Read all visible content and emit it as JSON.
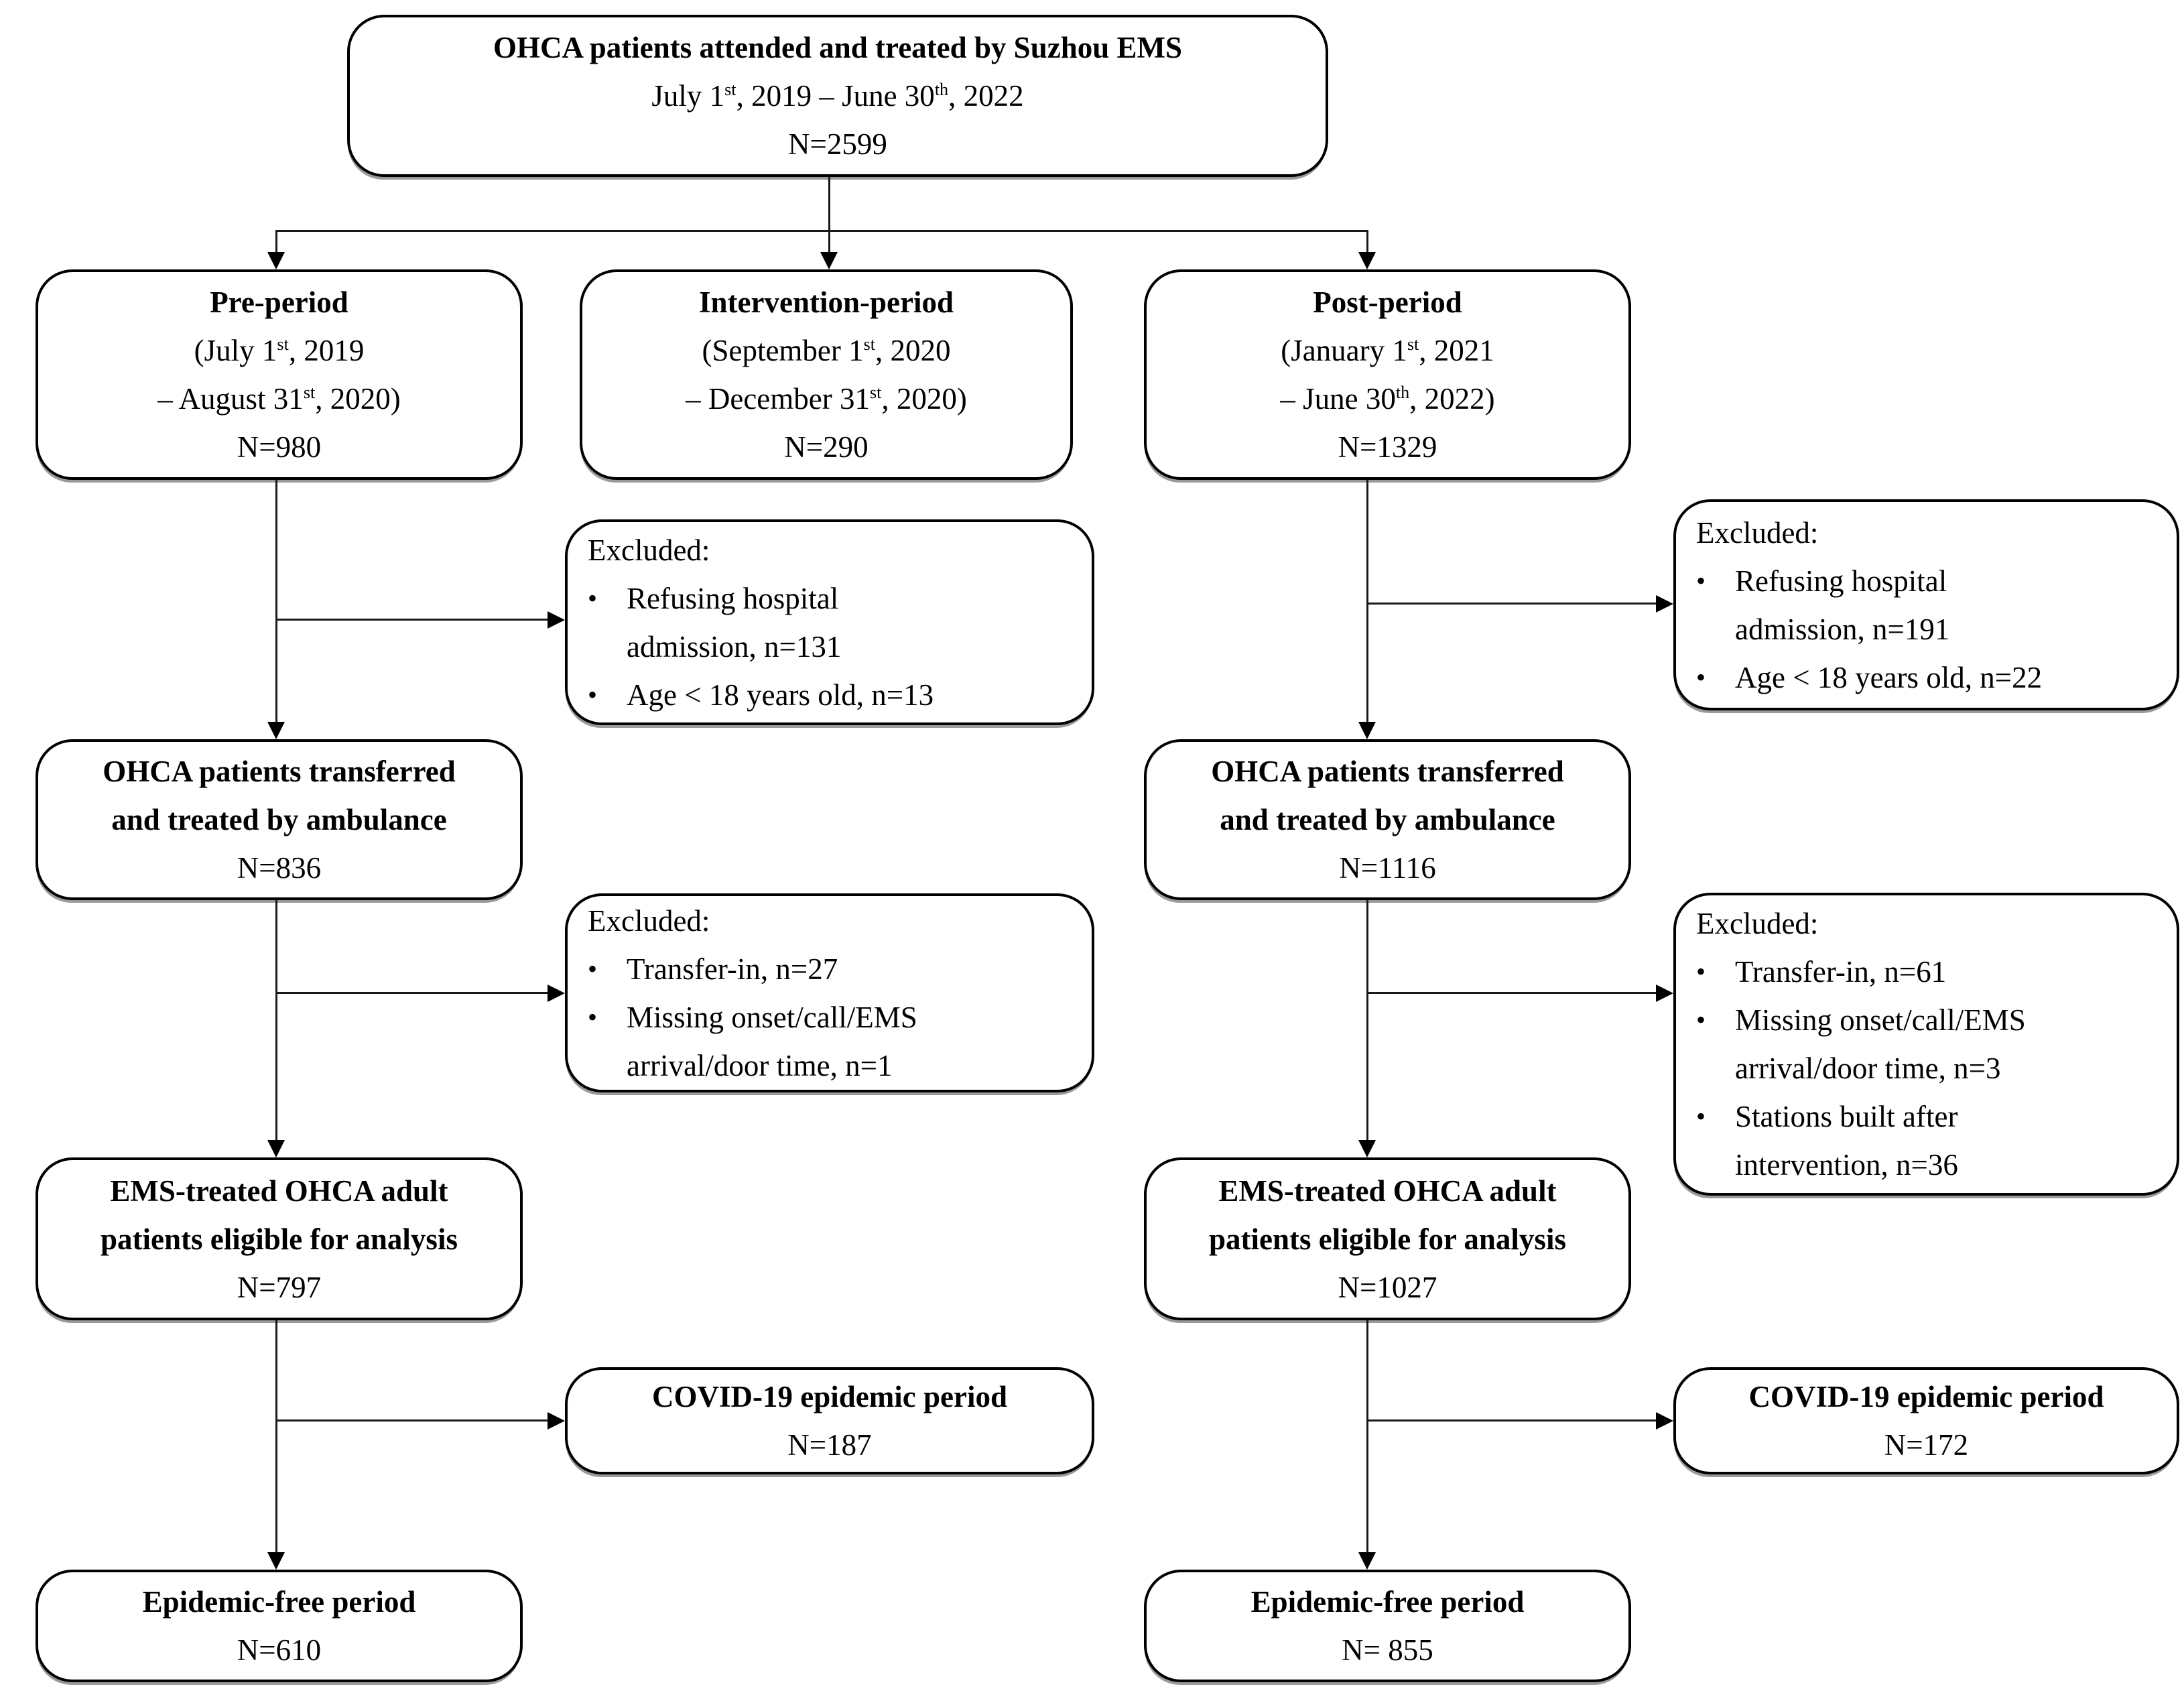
{
  "colors": {
    "ink": "#000000",
    "paper": "#ffffff"
  },
  "boxes": {
    "total": {
      "lines": [
        {
          "b": 1,
          "seg": [
            {
              "t": "OHCA patients attended and treated by Suzhou EMS"
            }
          ]
        },
        {
          "seg": [
            {
              "t": "July 1"
            },
            {
              "t": "st",
              "sup": 1
            },
            {
              "t": ", 2019 – June 30"
            },
            {
              "t": "th",
              "sup": 1
            },
            {
              "t": ", 2022"
            }
          ]
        },
        {
          "seg": [
            {
              "t": "N=2599"
            }
          ]
        }
      ]
    },
    "pre_period": {
      "lines": [
        {
          "b": 1,
          "seg": [
            {
              "t": "Pre-period"
            }
          ]
        },
        {
          "seg": [
            {
              "t": "(July 1"
            },
            {
              "t": "st",
              "sup": 1
            },
            {
              "t": ", 2019"
            }
          ]
        },
        {
          "seg": [
            {
              "t": "– August 31"
            },
            {
              "t": "st",
              "sup": 1
            },
            {
              "t": ", 2020)"
            }
          ]
        },
        {
          "seg": [
            {
              "t": "N=980"
            }
          ]
        }
      ]
    },
    "intervention_period": {
      "lines": [
        {
          "b": 1,
          "seg": [
            {
              "t": "Intervention-period"
            }
          ]
        },
        {
          "seg": [
            {
              "t": "(September 1"
            },
            {
              "t": "st",
              "sup": 1
            },
            {
              "t": ", 2020"
            }
          ]
        },
        {
          "seg": [
            {
              "t": "– December 31"
            },
            {
              "t": "st",
              "sup": 1
            },
            {
              "t": ", 2020)"
            }
          ]
        },
        {
          "seg": [
            {
              "t": "N=290"
            }
          ]
        }
      ]
    },
    "post_period": {
      "lines": [
        {
          "b": 1,
          "seg": [
            {
              "t": "Post-period"
            }
          ]
        },
        {
          "seg": [
            {
              "t": "(January 1"
            },
            {
              "t": "st",
              "sup": 1
            },
            {
              "t": ", 2021"
            }
          ]
        },
        {
          "seg": [
            {
              "t": "– June 30"
            },
            {
              "t": "th",
              "sup": 1
            },
            {
              "t": ", 2022)"
            }
          ]
        },
        {
          "seg": [
            {
              "t": "N=1329"
            }
          ]
        }
      ]
    },
    "excluded_pre_1": {
      "lines": [
        {
          "seg": [
            {
              "t": "Excluded:"
            }
          ]
        },
        {
          "bullet": 1,
          "seg": [
            {
              "t": "Refusing hospital"
            }
          ]
        },
        {
          "cont": 1,
          "seg": [
            {
              "t": "admission, n=131"
            }
          ]
        },
        {
          "bullet": 1,
          "seg": [
            {
              "t": "Age < 18 years old, n=13"
            }
          ]
        }
      ]
    },
    "excluded_post_1": {
      "lines": [
        {
          "seg": [
            {
              "t": "Excluded:"
            }
          ]
        },
        {
          "bullet": 1,
          "seg": [
            {
              "t": "Refusing hospital"
            }
          ]
        },
        {
          "cont": 1,
          "seg": [
            {
              "t": "admission, n=191"
            }
          ]
        },
        {
          "bullet": 1,
          "seg": [
            {
              "t": "Age < 18 years old, n=22"
            }
          ]
        }
      ]
    },
    "transferred_pre": {
      "lines": [
        {
          "b": 1,
          "seg": [
            {
              "t": "OHCA patients transferred"
            }
          ]
        },
        {
          "b": 1,
          "seg": [
            {
              "t": "and treated by ambulance"
            }
          ]
        },
        {
          "seg": [
            {
              "t": "N=836"
            }
          ]
        }
      ]
    },
    "transferred_post": {
      "lines": [
        {
          "b": 1,
          "seg": [
            {
              "t": "OHCA patients transferred"
            }
          ]
        },
        {
          "b": 1,
          "seg": [
            {
              "t": "and treated by ambulance"
            }
          ]
        },
        {
          "seg": [
            {
              "t": "N=1116"
            }
          ]
        }
      ]
    },
    "excluded_pre_2": {
      "lines": [
        {
          "seg": [
            {
              "t": "Excluded:"
            }
          ]
        },
        {
          "bullet": 1,
          "seg": [
            {
              "t": "Transfer-in, n=27"
            }
          ]
        },
        {
          "bullet": 1,
          "seg": [
            {
              "t": "Missing onset/call/EMS"
            }
          ]
        },
        {
          "cont": 1,
          "seg": [
            {
              "t": "arrival/door time, n=1"
            }
          ]
        }
      ]
    },
    "excluded_post_2": {
      "lines": [
        {
          "seg": [
            {
              "t": "Excluded:"
            }
          ]
        },
        {
          "bullet": 1,
          "seg": [
            {
              "t": "Transfer-in, n=61"
            }
          ]
        },
        {
          "bullet": 1,
          "seg": [
            {
              "t": "Missing onset/call/EMS"
            }
          ]
        },
        {
          "cont": 1,
          "seg": [
            {
              "t": "arrival/door time, n=3"
            }
          ]
        },
        {
          "bullet": 1,
          "seg": [
            {
              "t": "Stations built after"
            }
          ]
        },
        {
          "cont": 1,
          "seg": [
            {
              "t": "intervention, n=36"
            }
          ]
        }
      ]
    },
    "eligible_pre": {
      "lines": [
        {
          "b": 1,
          "seg": [
            {
              "t": "EMS-treated OHCA adult"
            }
          ]
        },
        {
          "b": 1,
          "seg": [
            {
              "t": "patients eligible for analysis"
            }
          ]
        },
        {
          "seg": [
            {
              "t": "N=797"
            }
          ]
        }
      ]
    },
    "eligible_post": {
      "lines": [
        {
          "b": 1,
          "seg": [
            {
              "t": "EMS-treated OHCA adult"
            }
          ]
        },
        {
          "b": 1,
          "seg": [
            {
              "t": "patients eligible for analysis"
            }
          ]
        },
        {
          "seg": [
            {
              "t": "N=1027"
            }
          ]
        }
      ]
    },
    "covid_pre": {
      "lines": [
        {
          "b": 1,
          "seg": [
            {
              "t": "COVID-19 epidemic period"
            }
          ]
        },
        {
          "seg": [
            {
              "t": "N=187"
            }
          ]
        }
      ]
    },
    "covid_post": {
      "lines": [
        {
          "b": 1,
          "seg": [
            {
              "t": "COVID-19 epidemic period"
            }
          ]
        },
        {
          "seg": [
            {
              "t": "N=172"
            }
          ]
        }
      ]
    },
    "epidemic_free_pre": {
      "lines": [
        {
          "b": 1,
          "seg": [
            {
              "t": "Epidemic-free period"
            }
          ]
        },
        {
          "seg": [
            {
              "t": "N=610"
            }
          ]
        }
      ]
    },
    "epidemic_free_post": {
      "lines": [
        {
          "b": 1,
          "seg": [
            {
              "t": "Epidemic-free period"
            }
          ]
        },
        {
          "seg": [
            {
              "t": "N= 855"
            }
          ]
        }
      ]
    }
  }
}
